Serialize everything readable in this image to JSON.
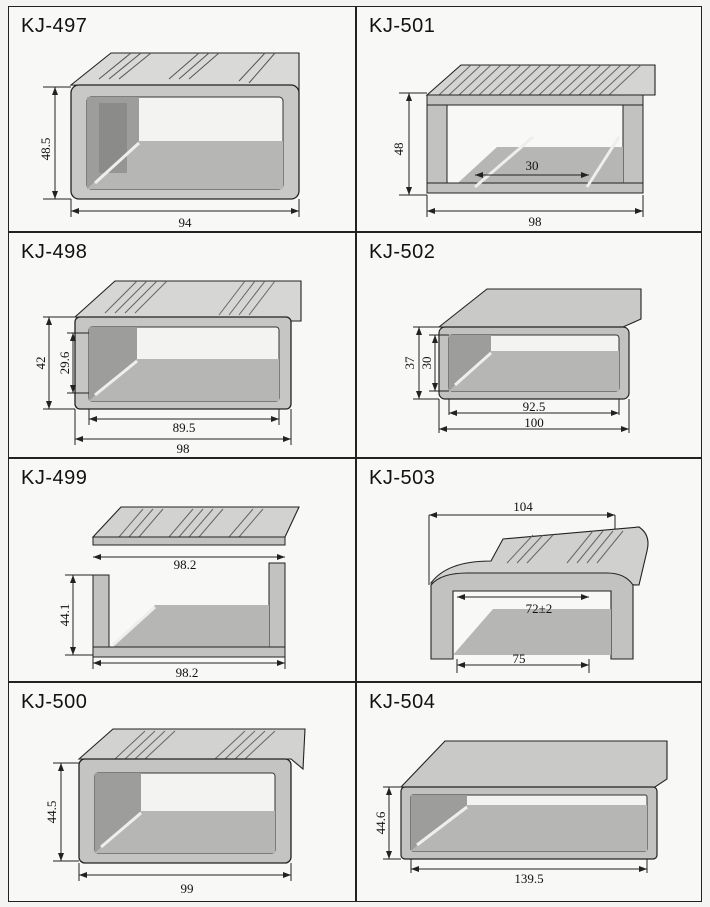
{
  "panels": [
    {
      "model": "KJ-497",
      "dims": {
        "width": "94",
        "height": "48.5"
      }
    },
    {
      "model": "KJ-501",
      "dims": {
        "width": "98",
        "height": "48",
        "inner": "30"
      }
    },
    {
      "model": "KJ-498",
      "dims": {
        "outer_width": "98",
        "inner_width": "89.5",
        "outer_height": "42",
        "inner_height": "29.6"
      }
    },
    {
      "model": "KJ-502",
      "dims": {
        "outer_width": "100",
        "inner_width": "92.5",
        "outer_height": "37",
        "inner_height": "30"
      }
    },
    {
      "model": "KJ-499",
      "dims": {
        "top_width": "98.2",
        "bottom_width": "98.2",
        "height": "44.1"
      }
    },
    {
      "model": "KJ-503",
      "dims": {
        "top_width": "104",
        "inner": "72±2",
        "bottom_width": "75"
      }
    },
    {
      "model": "KJ-500",
      "dims": {
        "width": "99",
        "height": "44.5"
      }
    },
    {
      "model": "KJ-504",
      "dims": {
        "width": "139.5",
        "height": "44.6"
      }
    }
  ],
  "colors": {
    "line": "#1a1a1a",
    "metal_light": "#e2e2e0",
    "metal_mid": "#bdbdbb",
    "metal_dark": "#8f8f8d",
    "floor": "#b4b4b2"
  }
}
